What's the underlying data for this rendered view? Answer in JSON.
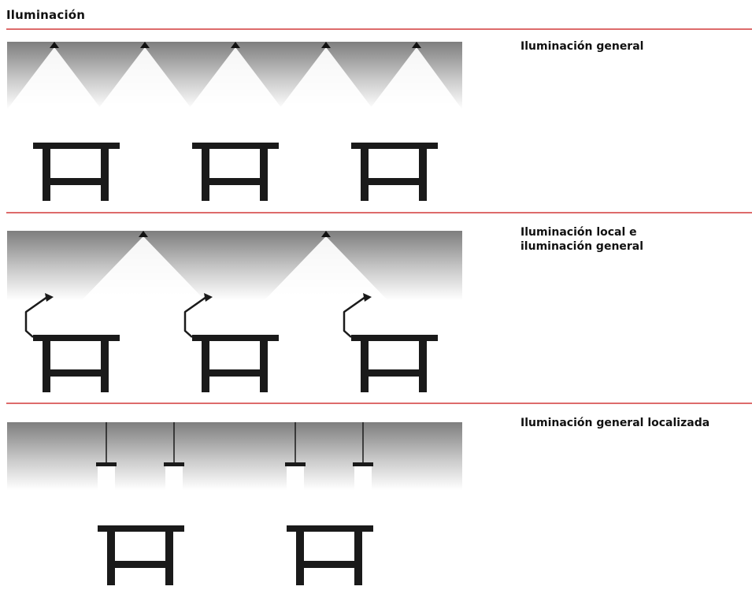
{
  "title": "Iluminación",
  "sections": [
    {
      "label": "Iluminación general",
      "type": "general"
    },
    {
      "label": "Iluminación local e\niluminación general",
      "type": "local-general"
    },
    {
      "label": "Iluminación general localizada",
      "type": "general-localizada"
    }
  ],
  "colors": {
    "divider": "#d23a3a",
    "ceiling_dark": "#888888",
    "ceiling_light": "#ffffff",
    "furniture": "#1a1a1a"
  }
}
